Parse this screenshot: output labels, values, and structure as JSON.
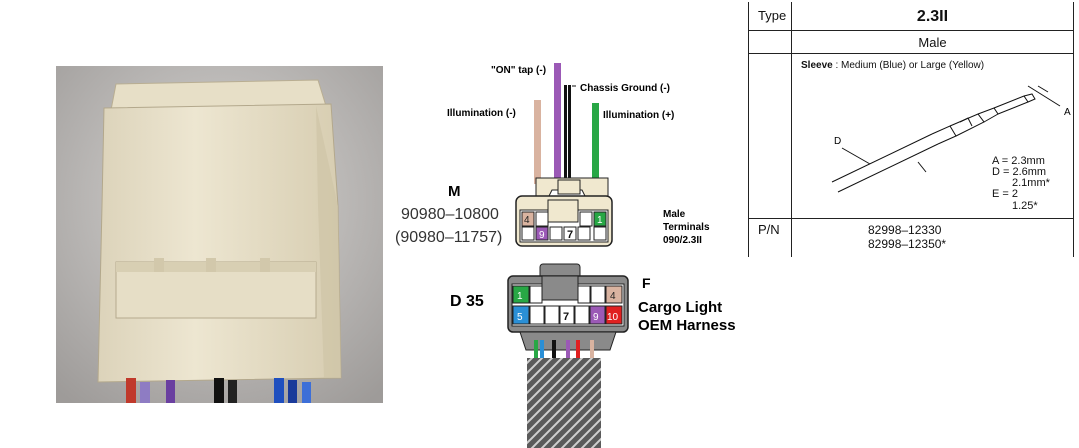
{
  "connector_m": {
    "letter": "M",
    "part_number": "90980–10800",
    "part_number_alt": "(90980–11757)",
    "cavity_labels": {
      "left": "4",
      "right": "1",
      "bottom_left": "9",
      "bottom_mid": "7"
    }
  },
  "connector_f": {
    "code": "D 35",
    "letter": "F",
    "cavity_labels": {
      "top_left": "1",
      "top_right": "4",
      "bottom_left": "5",
      "bottom_mid": "7",
      "bottom_r1": "9",
      "bottom_r2": "10"
    }
  },
  "wires": {
    "on_tap": "\"ON\" tap (-)",
    "chassis_ground": "Chassis Ground (-)",
    "illumination_neg": "Illumination (-)",
    "illumination_pos": "Illumination (+)"
  },
  "terminal_note": {
    "line1": "Male",
    "line2": "Terminals",
    "line3": "090/2.3II"
  },
  "harness_note": {
    "line1": "Cargo Light",
    "line2": "OEM Harness"
  },
  "spec_table": {
    "type_label": "Type",
    "type_value": "2.3II",
    "gender": "Male",
    "sleeve_label": "Sleeve",
    "sleeve_text": ": Medium (Blue) or Large (Yellow)",
    "dim_letter_a": "A",
    "dim_letter_d": "D",
    "dims": {
      "a": "A = 2.3mm",
      "d": "D = 2.6mm",
      "d_alt": "2.1mm*",
      "e": "E = 2",
      "e_alt": "1.25*"
    },
    "pn_label": "P/N",
    "pn_values": [
      "82998–12330",
      "82998–12350*"
    ]
  },
  "colors": {
    "tan_wire": "#d9b3a0",
    "purple_wire": "#9b59b6",
    "green_wire": "#28a745",
    "connector_cream": "#f0e8cf",
    "connector_gray": "#8a8a8a",
    "blue_cavity": "#2a8fd6",
    "red_cavity": "#e02020"
  }
}
